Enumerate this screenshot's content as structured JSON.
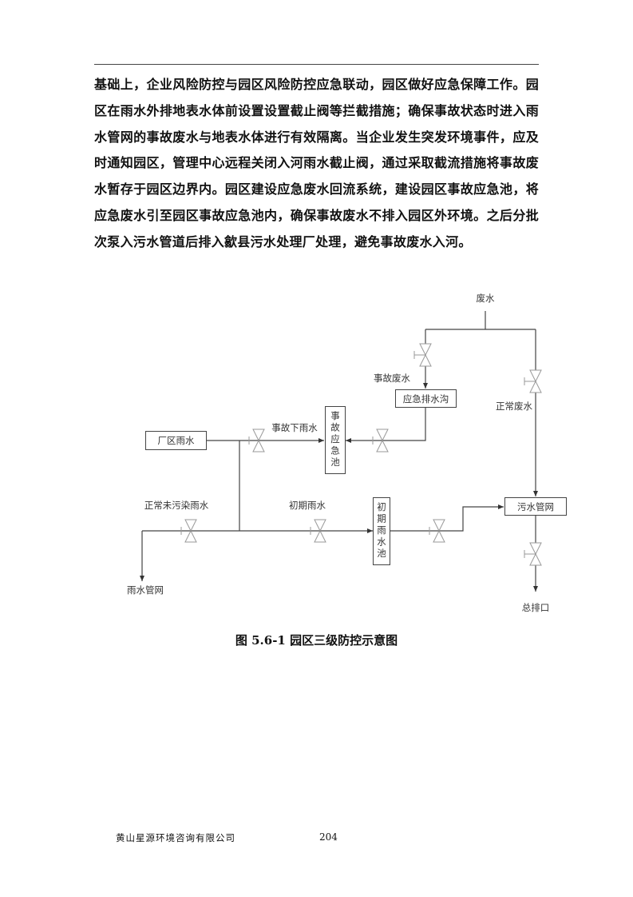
{
  "body_text": [
    "基础上，企业风险防控与园区风险防控应急联动，园区做好应急保障工作。园",
    "区在雨水外排地表水体前设置设置截止阀等拦截措施；确保事故状态时进入雨",
    "水管网的事故废水与地表水体进行有效隔离。当企业发生突发环境事件，应及",
    "时通知园区，管理中心远程关闭入河雨水截止阀，通过采取截流措施将事故废",
    "水暂存于园区边界内。园区建设应急废水回流系统，建设园区事故应急池，将",
    "应急废水引至园区事故应急池内，确保事故废水不排入园区外环境。之后分批",
    "次泵入污水管道后排入歙县污水处理厂处理，避免事故废水入河。"
  ],
  "diagram": {
    "labels": {
      "wastewater": "废水",
      "accident_wastewater": "事故废水",
      "normal_wastewater": "正常废水",
      "accident_rainwater": "事故下雨水",
      "normal_clean_rainwater": "正常未污染雨水",
      "initial_rainwater": "初期雨水",
      "rain_network": "雨水管网",
      "main_outlet": "总排口"
    },
    "boxes": {
      "emergency_ditch": "应急排水沟",
      "plant_rainwater": "厂区雨水",
      "accident_pool": "事故应急池",
      "initial_rain_pool": "初期雨水池",
      "sewage_network": "污水管网"
    }
  },
  "caption": "图 5.6-1  园区三级防控示意图",
  "footer": {
    "company": "黄山星源环境咨询有限公司",
    "page_number": "204"
  }
}
